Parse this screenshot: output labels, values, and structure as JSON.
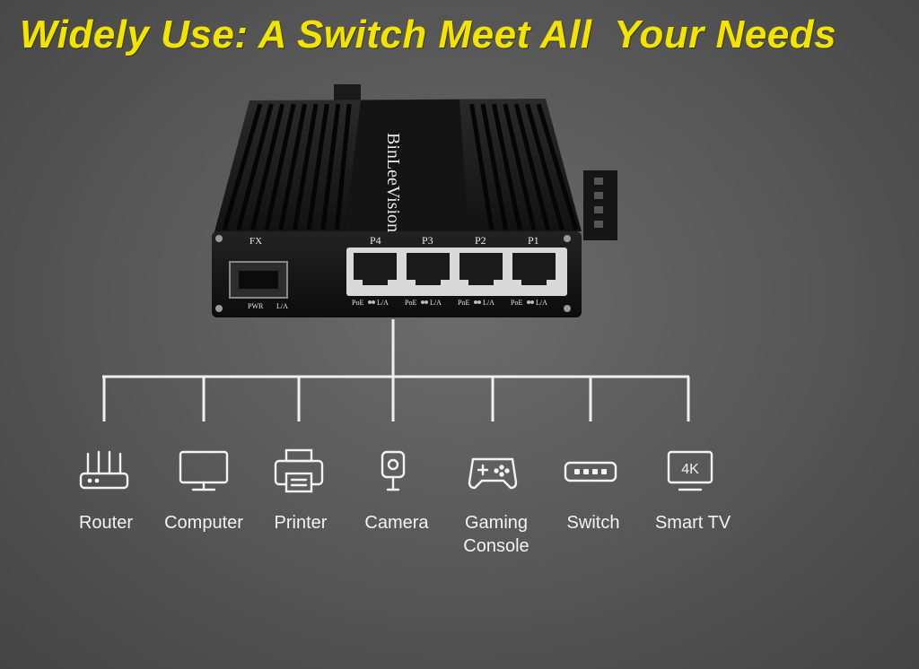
{
  "headline": "Widely Use: A Switch Meet All  Your Needs",
  "device": {
    "brand": "BinLeeVision",
    "fiber_port_label": "FX",
    "ports": [
      "P4",
      "P3",
      "P2",
      "P1"
    ],
    "fiber_leds": [
      "PWR",
      "L/A"
    ],
    "port_led_labels": [
      "PoE",
      "L/A"
    ]
  },
  "devices": [
    {
      "name": "Router",
      "icon": "router-icon"
    },
    {
      "name": "Computer",
      "icon": "computer-icon"
    },
    {
      "name": "Printer",
      "icon": "printer-icon"
    },
    {
      "name": "Camera",
      "icon": "camera-icon"
    },
    {
      "name": "Gaming\nConsole",
      "icon": "gamepad-icon"
    },
    {
      "name": "Switch",
      "icon": "switch-icon"
    },
    {
      "name": "Smart TV",
      "icon": "tv-4k-icon",
      "badge": "4K"
    }
  ],
  "colors": {
    "headline": "#f2e400",
    "background": "#5e5e5e",
    "lines": "#f0f0f0",
    "device_body": "#1b1b1b"
  }
}
